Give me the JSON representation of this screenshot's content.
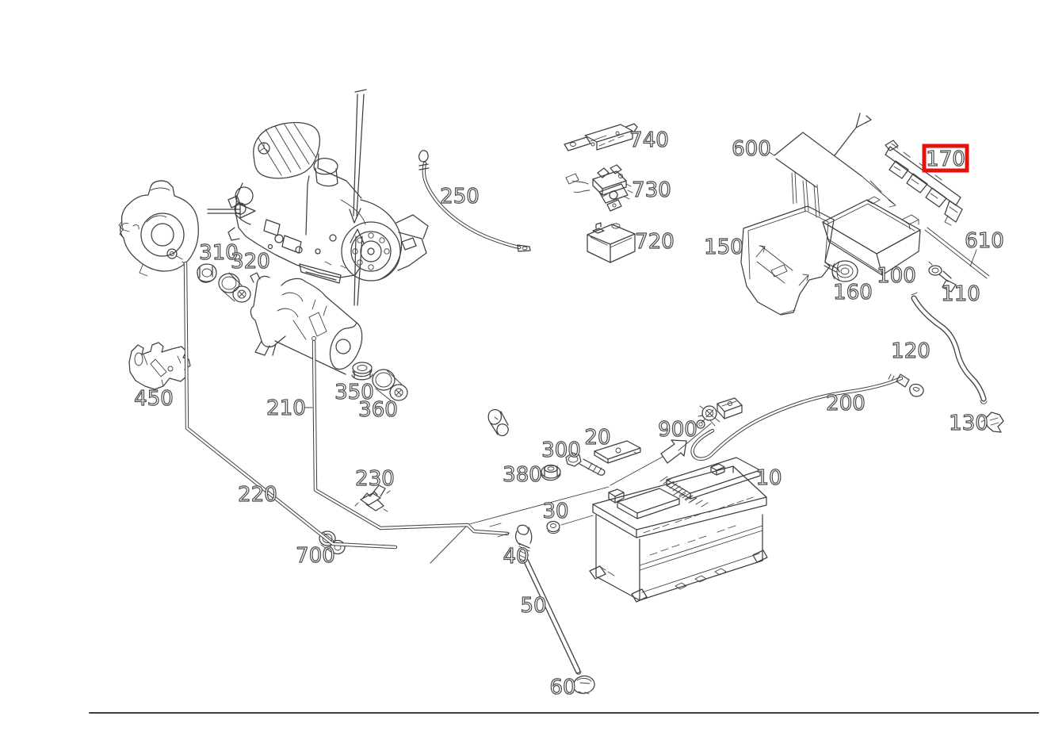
{
  "diagram": {
    "kind": "exploded-parts-diagram",
    "highlighted_callout": "170",
    "colors": {
      "background": "#ffffff",
      "line": "#3f3f3f",
      "label_outline": "#4a4a4a",
      "highlight": "#e8100c"
    },
    "callouts": {
      "10": "10",
      "20": "20",
      "30": "30",
      "40": "40",
      "50": "50",
      "60": "60",
      "100": "100",
      "110": "110",
      "120": "120",
      "130": "130",
      "150": "150",
      "160": "160",
      "170": "170",
      "200": "200",
      "210": "210",
      "220": "220",
      "230": "230",
      "250": "250",
      "300": "300",
      "310": "310",
      "320": "320",
      "350": "350",
      "360": "360",
      "380": "380",
      "450": "450",
      "600": "600",
      "610": "610",
      "700": "700",
      "720": "720",
      "730": "730",
      "740": "740",
      "900": "900"
    }
  }
}
